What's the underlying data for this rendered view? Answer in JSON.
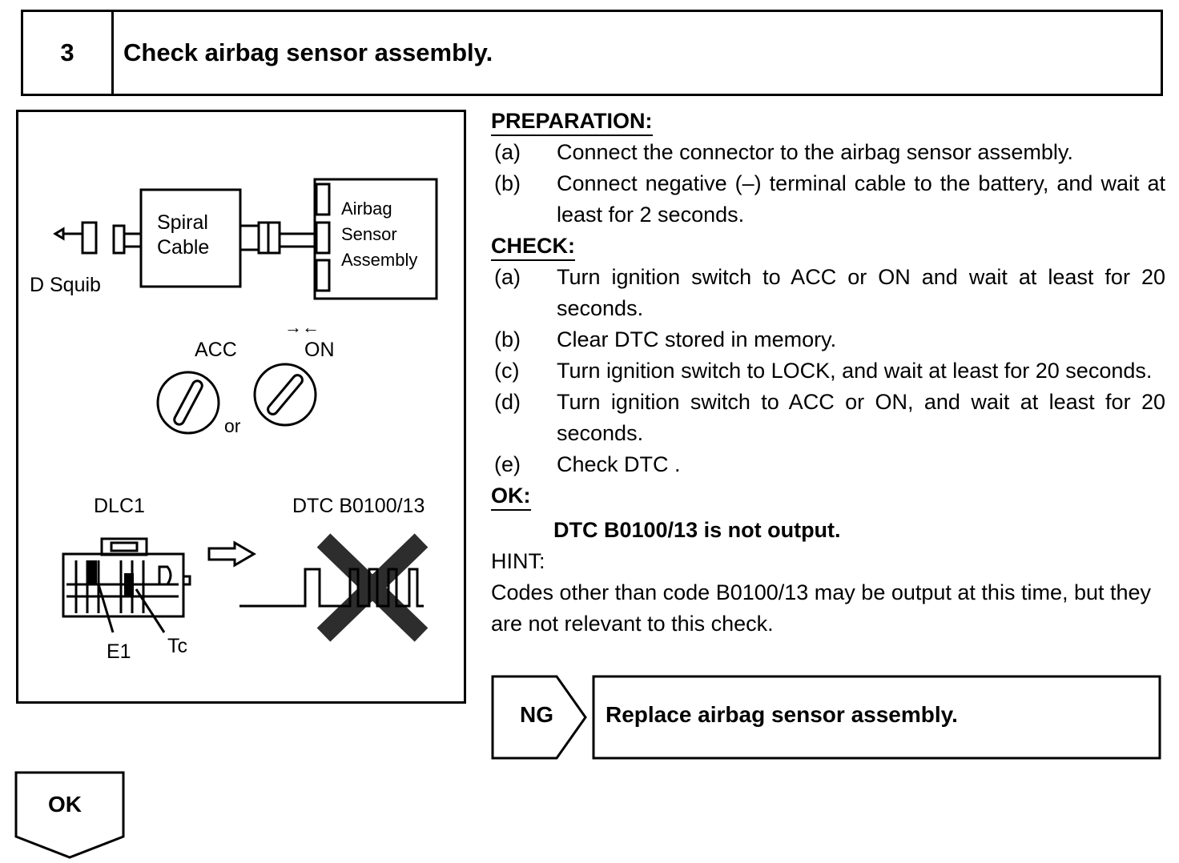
{
  "step": {
    "number": "3",
    "title": "Check airbag sensor assembly."
  },
  "figure": {
    "spiral_cable": [
      "Spiral",
      "Cable"
    ],
    "airbag_sensor": [
      "Airbag",
      "Sensor",
      "Assembly"
    ],
    "d_squib": "D Squib",
    "acc": "ACC",
    "on": "ON",
    "on_arrows": "→←",
    "or": "or",
    "dlc1": "DLC1",
    "dtc_label": "DTC B0100/13",
    "e1": "E1",
    "tc": "Tc"
  },
  "preparation": {
    "heading": "PREPARATION:",
    "items": [
      {
        "label": "(a)",
        "text": "Connect the connector to the airbag sensor assembly."
      },
      {
        "label": "(b)",
        "text": "Connect negative (–) terminal cable to the battery, and wait at least for 2 seconds."
      }
    ]
  },
  "check": {
    "heading": "CHECK:",
    "items": [
      {
        "label": "(a)",
        "text": "Turn ignition switch to ACC or ON and wait at least for 20 seconds."
      },
      {
        "label": "(b)",
        "text": "Clear DTC stored in memory."
      },
      {
        "label": "(c)",
        "text": "Turn ignition switch to LOCK, and wait at least for 20 seconds."
      },
      {
        "label": "(d)",
        "text": "Turn ignition switch to ACC or ON, and wait at least for 20 seconds."
      },
      {
        "label": "(e)",
        "text": "Check DTC ."
      }
    ]
  },
  "ok": {
    "heading": "OK:",
    "result": "DTC B0100/13 is not output."
  },
  "hint": {
    "label": "HINT:",
    "text": "Codes other than code B0100/13 may be output at this time, but they are not relevant to this check."
  },
  "ng": {
    "label": "NG",
    "action": "Replace airbag sensor assembly."
  },
  "ok_flow": {
    "label": "OK"
  }
}
